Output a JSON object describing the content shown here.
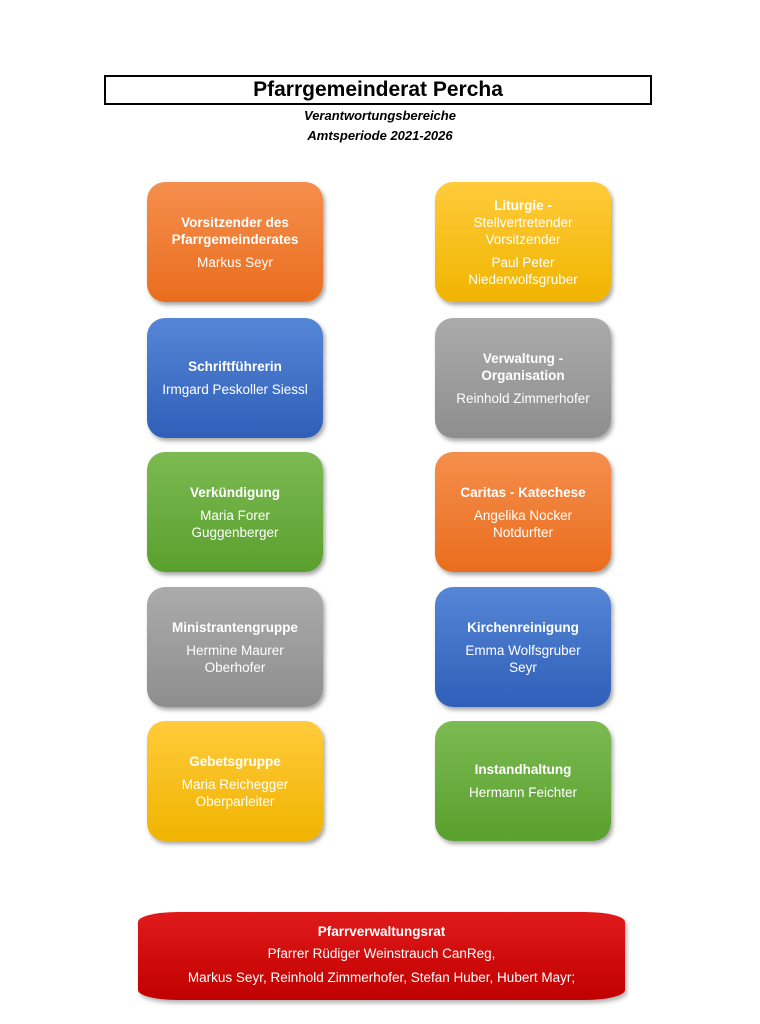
{
  "header": {
    "title": "Pfarrgemeinderat Percha",
    "subtitle1": "Verantwortungsbereiche",
    "subtitle2": "Amtsperiode 2021-2026"
  },
  "left": [
    {
      "role": "Vorsitzender des Pfarrgemeinderates",
      "name": "Markus Seyr",
      "color": "#ee7b30"
    },
    {
      "role": "Schriftführerin",
      "name": "Irmgard Peskoller Siessl",
      "color": "#4472c4"
    },
    {
      "role": "Verkündigung",
      "name": "Maria Forer\nGuggenberger",
      "color": "#70ad47"
    },
    {
      "role": "Ministrantengruppe",
      "name": "Hermine Maurer\nOberhofer",
      "color": "#a5a5a5"
    },
    {
      "role": "Gebetsgruppe",
      "name": "Maria Reichegger\nOberparleiter",
      "color": "#ffc000"
    }
  ],
  "right": [
    {
      "role": "Liturgie -",
      "role2": "Stellvertretender Vorsitzender",
      "name": "Paul Peter\nNiederwolfsgruber",
      "color": "#ffc000"
    },
    {
      "role": "Verwaltung - Organisation",
      "name": "Reinhold Zimmerhofer",
      "color": "#a5a5a5"
    },
    {
      "role": "Caritas - Katechese",
      "name": "Angelika Nocker\nNotdurfter",
      "color": "#ee7b30"
    },
    {
      "role": "Kirchenreinigung",
      "name": "Emma Wolfsgruber\nSeyr",
      "color": "#4472c4"
    },
    {
      "role": "Instandhaltung",
      "name": "Hermann Feichter",
      "color": "#70ad47"
    }
  ],
  "banner": {
    "title": "Pfarrverwaltungsrat",
    "line1": "Pfarrer Rüdiger Weinstrauch CanReg,",
    "line2": "Markus Seyr, Reinhold Zimmerhofer, Stefan Huber, Hubert Mayr;",
    "color": "#c00000"
  }
}
